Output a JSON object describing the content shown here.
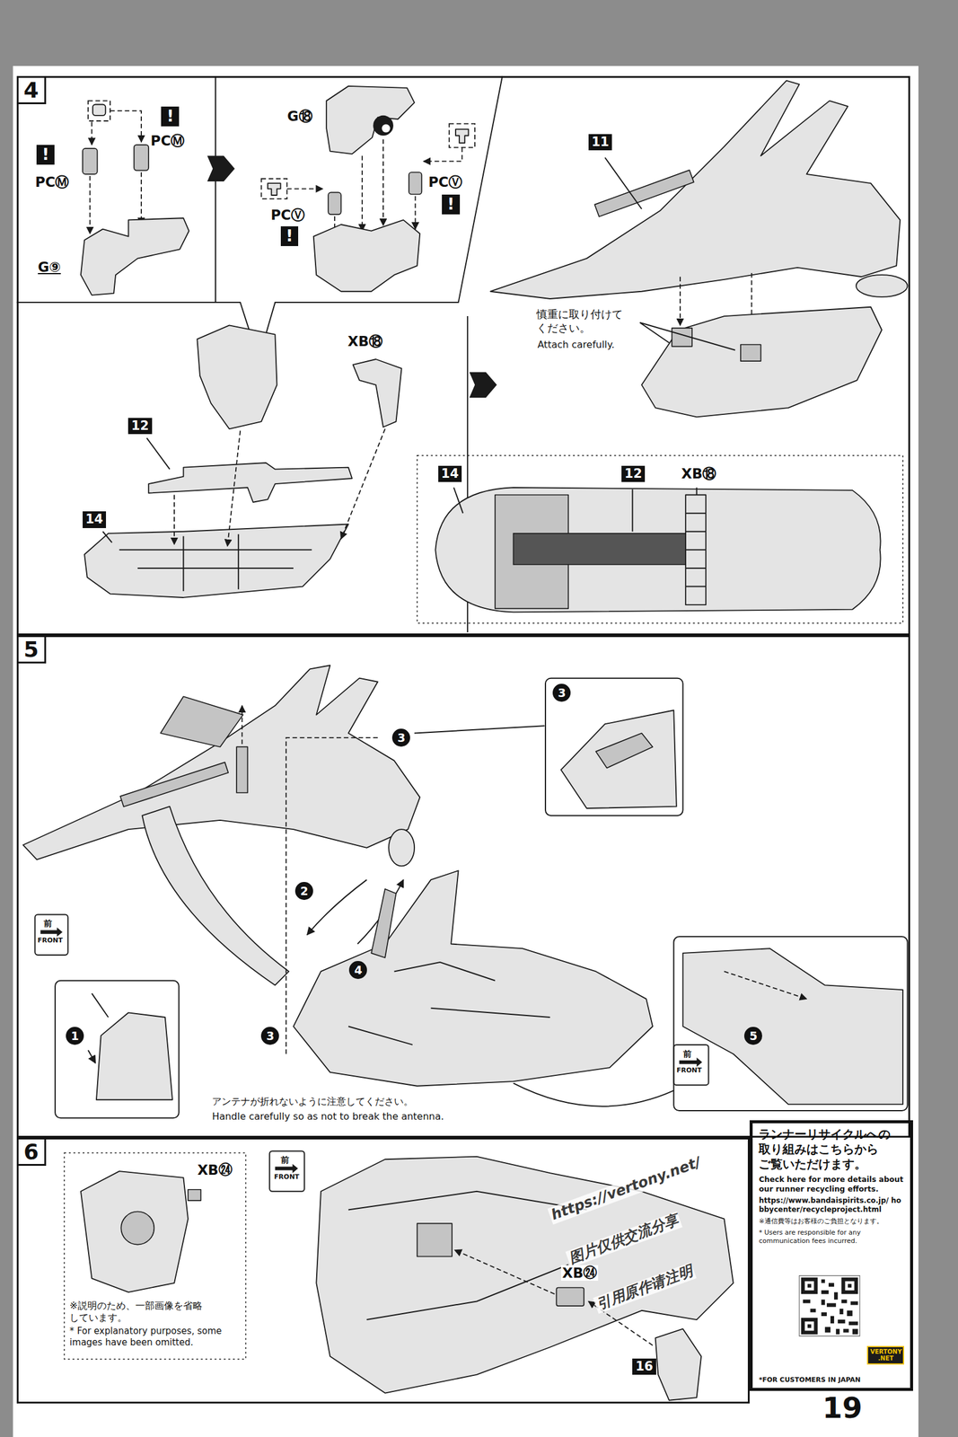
{
  "diagram": {
    "nodes": [
      {
        "text": [
          "4"
        ]
      },
      {
        "text": [
          "5"
        ]
      },
      {
        "text": [
          "6"
        ]
      },
      {
        "text": [
          "ランナーリサイクルへの 取り組みはこちらから ご覧いただけます。",
          "Check here for more details about our runner recycling efforts.",
          "https://www.bandaispirits.co.jp/ hobbycenter/recycleproject.html",
          "※通信費等はお客様のご負担となります。",
          "* Users are responsible for any communication fees incurred.",
          "*FOR CUSTOMERS IN JAPAN"
        ]
      }
    ],
    "labels": [
      "!",
      "PCⓂ",
      "!",
      "PCⓂ",
      "G⑨",
      "G⑱",
      "PCⓋ",
      "!",
      "PCⓋ",
      "!",
      "11",
      "慎重に取り付けて ください。",
      "Attach carefully.",
      "XB⑱",
      "12",
      "14",
      "14",
      "12",
      "XB⑱",
      "3",
      "3",
      "2",
      "4",
      "3",
      "1",
      "5",
      "前",
      "FRONT",
      "前",
      "FRONT",
      "アンテナが折れないように注意してください。",
      "Handle carefully so as not to break the antenna.",
      "XB㉔",
      "※説明のため、一部画像を省略 しています。",
      "* For explanatory purposes, some images have been omitted.",
      "前",
      "FRONT",
      "XB㉔",
      "16",
      "https://vertony.net/",
      "图片仅供交流分享",
      "引用原作请注明",
      "VERTONY .NET",
      "19"
    ]
  }
}
